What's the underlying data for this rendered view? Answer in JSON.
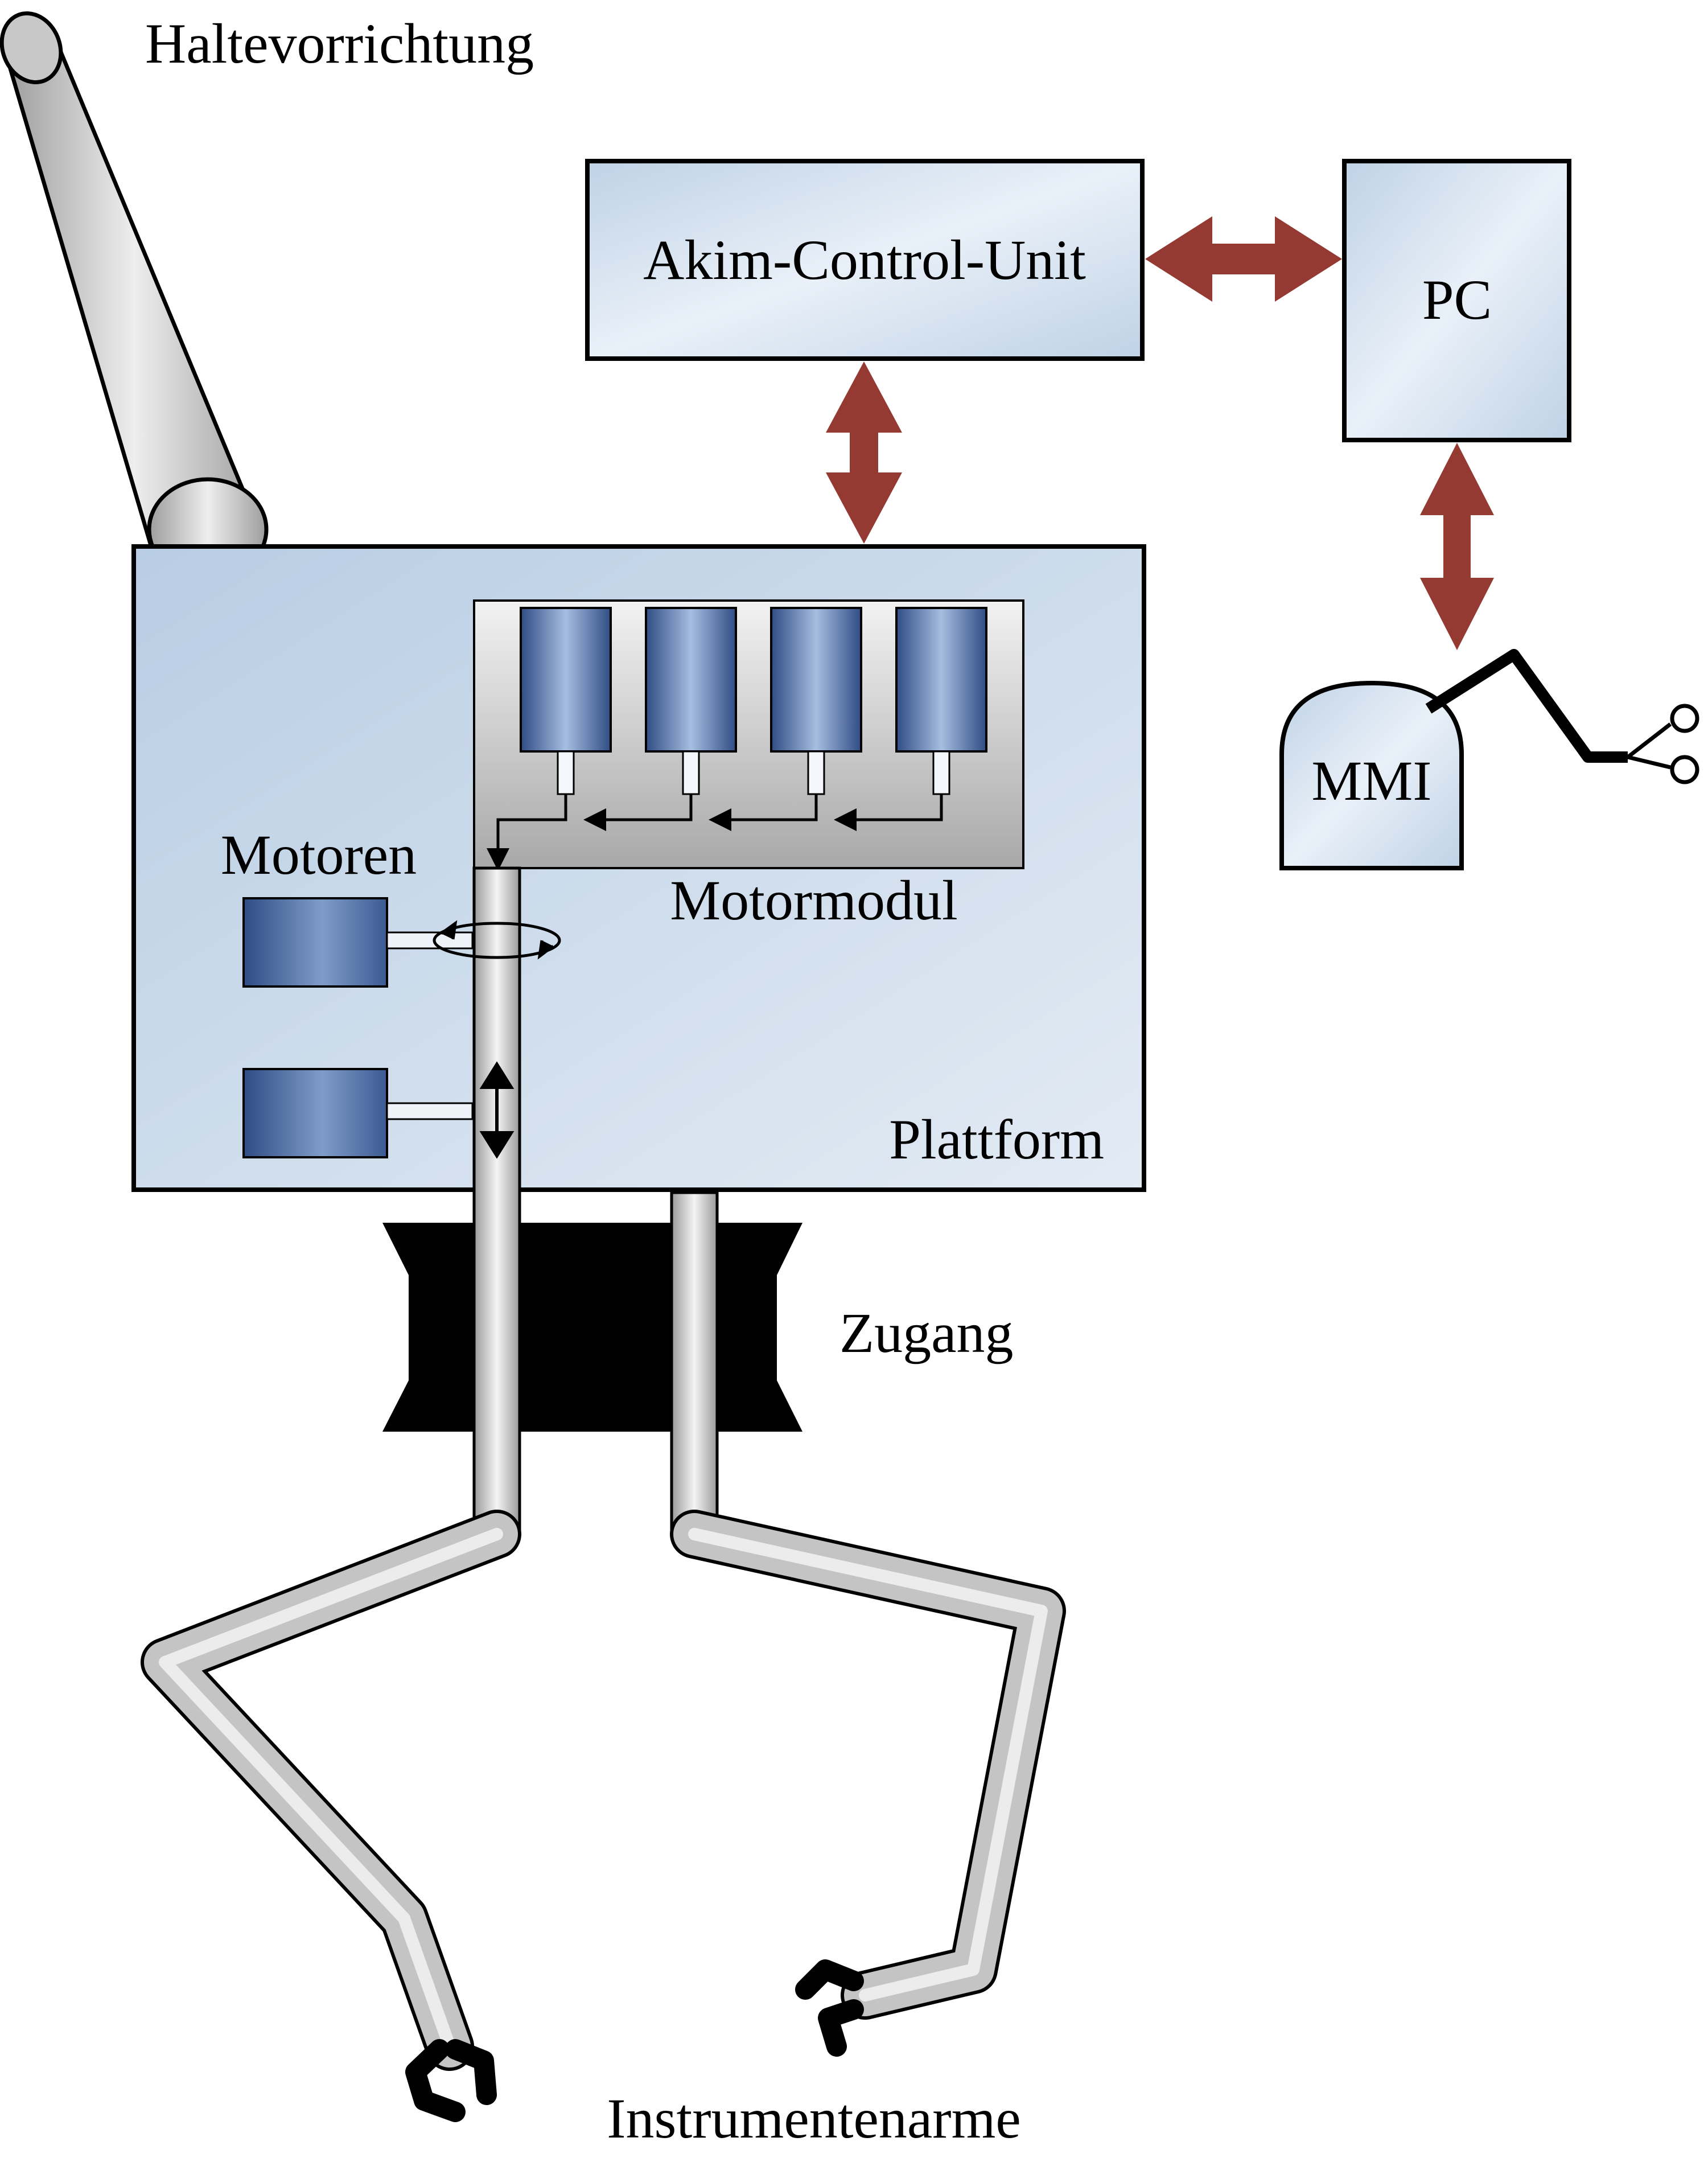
{
  "labels": {
    "holder": "Haltevorrichtung",
    "control_unit": "Akim-Control-Unit",
    "pc": "PC",
    "mmi": "MMI",
    "motors": "Motoren",
    "motor_module": "Motormodul",
    "platform": "Plattform",
    "access": "Zugang",
    "instrument_arms": "Instrumentenarme"
  },
  "colors": {
    "box_fill_light": "#e6eef8",
    "box_fill_dark": "#bfd2e6",
    "arrow": "#943a33",
    "motor_blue": "#3f5f96",
    "module_gray": "#c8c8c8",
    "tube_gray": "#bdbdbd"
  }
}
